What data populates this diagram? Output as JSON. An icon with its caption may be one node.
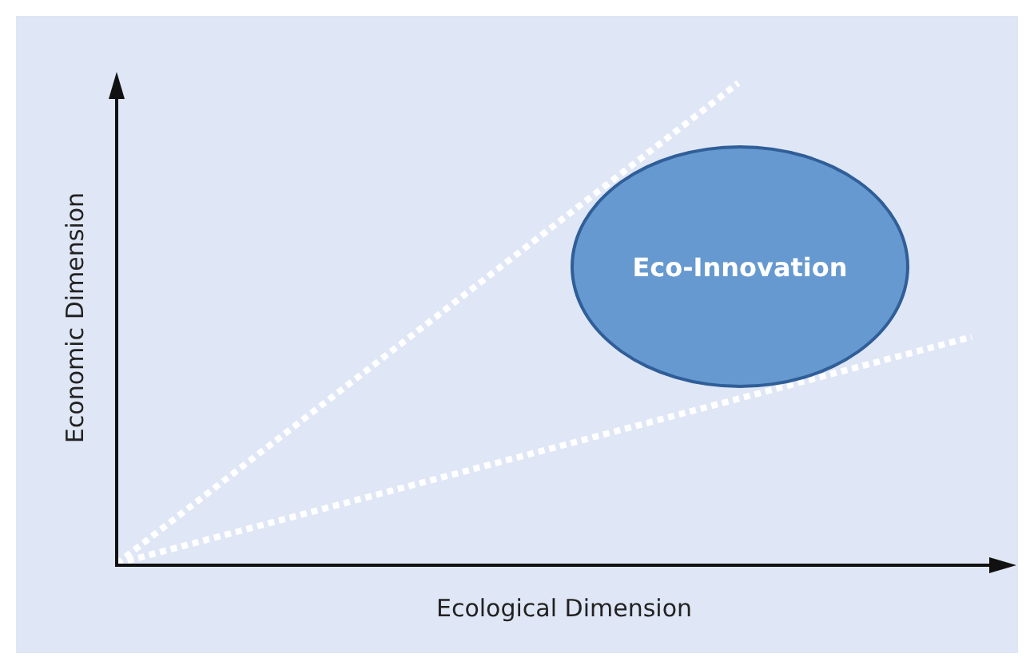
{
  "diagram": {
    "nodes": [
      {
        "text": [
          "Eco-Innovation"
        ]
      }
    ],
    "labels": [
      "Economic Dimension",
      "Ecological Dimension"
    ]
  }
}
